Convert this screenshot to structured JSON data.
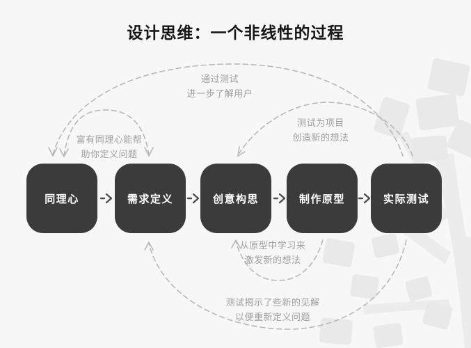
{
  "title": "设计思维：一个非线性的过程",
  "stages": [
    {
      "label": "同理心"
    },
    {
      "label": "需求定义"
    },
    {
      "label": "创意构思"
    },
    {
      "label": "制作原型"
    },
    {
      "label": "实际测试"
    }
  ],
  "annotations": {
    "test_to_empathize": {
      "line1": "通过测试",
      "line2": "进一步了解用户"
    },
    "empathize_to_define": {
      "line1": "富有同理心能帮",
      "line2": "助你定义问题"
    },
    "test_to_ideate": {
      "line1": "测试为项目",
      "line2": "创造新的想法"
    },
    "prototype_to_ideate": {
      "line1": "从原型中学习来",
      "line2": "激发新的想法"
    },
    "test_to_define": {
      "line1": "测试揭示了些新的见解",
      "line2": "以便重新定义问题"
    }
  },
  "colors": {
    "background": "#f7f7f7",
    "box": "#3b3b3b",
    "box_text": "#ffffff",
    "note_text": "#9e9e9e",
    "dashed_arc": "#b8b8b8",
    "flow_arrow": "#4d4d4d",
    "decoration": "#e9e9e9",
    "title_text": "#161616"
  }
}
